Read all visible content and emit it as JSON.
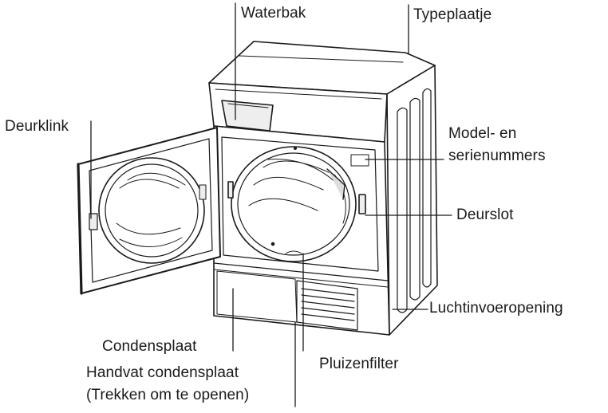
{
  "diagram": {
    "labels": {
      "waterbak": "Waterbak",
      "typeplaatje": "Typeplaatje",
      "deurklink": "Deurklink",
      "model_line1": "Model- en",
      "model_line2": "serienummers",
      "deurslot": "Deurslot",
      "luchtinvoeropening": "Luchtinvoeropening",
      "condensplaat": "Condensplaat",
      "pluizenfilter": "Pluizenfilter",
      "handvat_line1": "Handvat condensplaat",
      "handvat_line2": "(Trekken om te openen)"
    },
    "colors": {
      "line": "#1a1a1a",
      "fill": "#ffffff",
      "shade": "#e6e6e6"
    }
  }
}
